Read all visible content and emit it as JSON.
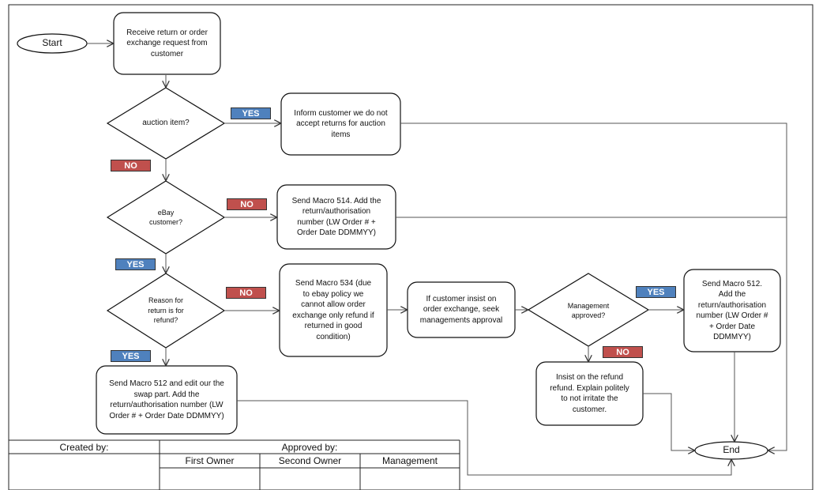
{
  "nodes": {
    "start": "Start",
    "receive": "Receive return or order\nexchange request from\ncustomer",
    "auction_q": "auction item?",
    "inform": "Inform customer we do not\naccept returns for auction\nitems",
    "ebay_q": "eBay\ncustomer?",
    "macro514": "Send Macro 514. Add the\nreturn/authorisation\nnumber (LW Order # +\nOrder Date DDMMYY)",
    "refund_q": "Reason for\nreturn is for\nrefund?",
    "macro534": "Send Macro 534 (due\nto ebay policy we\ncannot allow order\nexchange only refund if\nreturned in good\ncondition)",
    "insist": "If customer insist on\norder exchange, seek\nmanagements approval",
    "mgmt_q": "Management\napproved?",
    "macro512_right": "Send Macro 512.\nAdd the\nreturn/authorisation\nnumber (LW Order #\n+ Order Date\nDDMMYY)",
    "insist_refund": "Insist on the refund\nrefund. Explain politely\nto not irritate the\ncustomer.",
    "macro512_left": "Send Macro 512 and edit our the\nswap part. Add the\nreturn/authorisation number (LW\nOrder # + Order Date DDMMYY)",
    "end": "End"
  },
  "labels": {
    "yes": "YES",
    "no": "NO"
  },
  "footer": {
    "created_by": "Created by:",
    "approved_by": "Approved by:",
    "first_owner": "First Owner",
    "second_owner": "Second Owner",
    "management": "Management"
  },
  "colors": {
    "yes_badge": "#4f81bd",
    "no_badge": "#c0504d",
    "line": "#555555"
  }
}
